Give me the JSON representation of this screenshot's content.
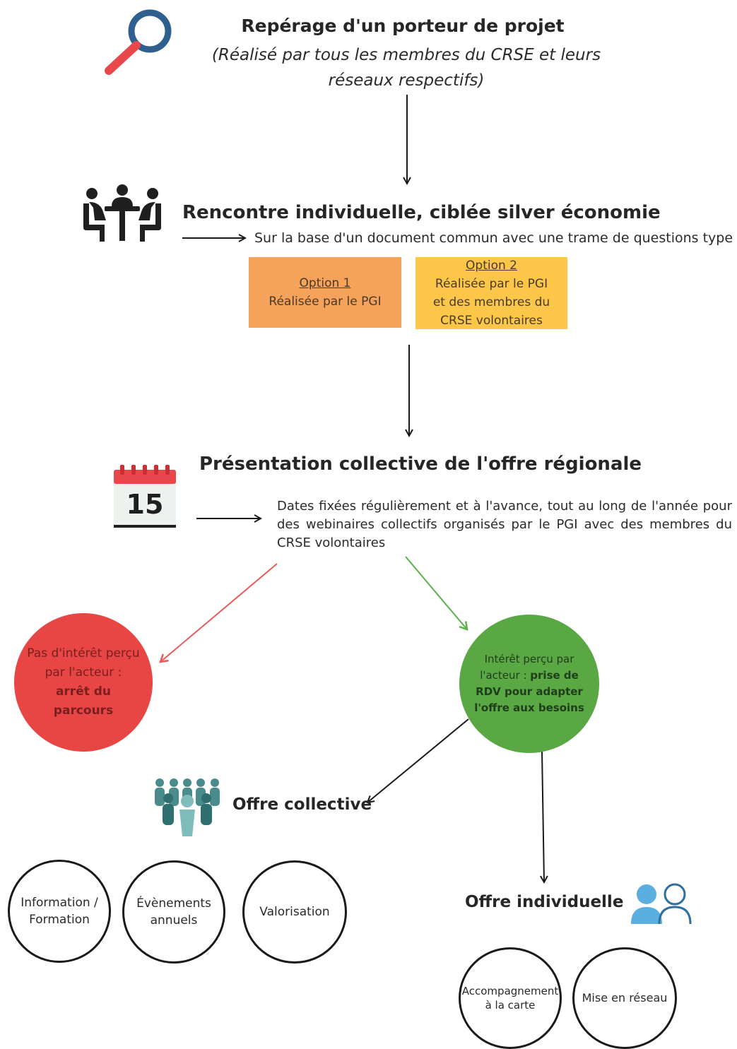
{
  "step1": {
    "title": "Repérage d'un porteur de projet",
    "subtitle": "(Réalisé par tous les membres du CRSE et leurs réseaux respectifs)",
    "icon": "magnifier-icon"
  },
  "step2": {
    "title": "Rencontre individuelle, ciblée silver économie",
    "note": "Sur la base d'un document commun avec une trame de questions type",
    "icon": "meeting-table-icon",
    "options": [
      {
        "title": "Option 1",
        "lines": [
          "Réalisée par le PGI"
        ],
        "color": "#f5a25a"
      },
      {
        "title": "Option 2",
        "lines": [
          "Réalisée par le PGI",
          "et des membres du",
          "CRSE volontaires"
        ],
        "color": "#fcc748"
      }
    ]
  },
  "step3": {
    "title": "Présentation collective de l'offre régionale",
    "note": "Dates fixées régulièrement et à l'avance, tout au long de l'année pour des webinaires collectifs organisés par le PGI avec des membres du CRSE volontaires",
    "icon": "calendar-icon",
    "calendar_day": "15"
  },
  "outcomes": {
    "no_interest": {
      "text": "Pas d'intérêt perçu par l'acteur : ",
      "bold": "arrêt du parcours",
      "color": "#e84545"
    },
    "interest": {
      "text": "Intérêt perçu par l'acteur : ",
      "bold": "prise de RDV pour adapter l'offre aux besoins",
      "color": "#5aa844"
    }
  },
  "collective": {
    "title": "Offre collective",
    "icon": "group-people-icon",
    "items": [
      "Information / Formation",
      "Évènements annuels",
      "Valorisation"
    ]
  },
  "individual": {
    "title": "Offre individuelle",
    "icon": "two-people-icon",
    "items": [
      "Accompagnement à la carte",
      "Mise en réseau"
    ]
  },
  "colors": {
    "arrow": "#1a1a1a",
    "red_arrow": "#ea5a5a",
    "green_arrow": "#5caf4a",
    "ring": "#1a1a1a",
    "magnifier_handle": "#e8474b",
    "magnifier_ring": "#2f5f8f",
    "people_teal": "#4a8c8c",
    "people_blue": "#5aaee0"
  }
}
